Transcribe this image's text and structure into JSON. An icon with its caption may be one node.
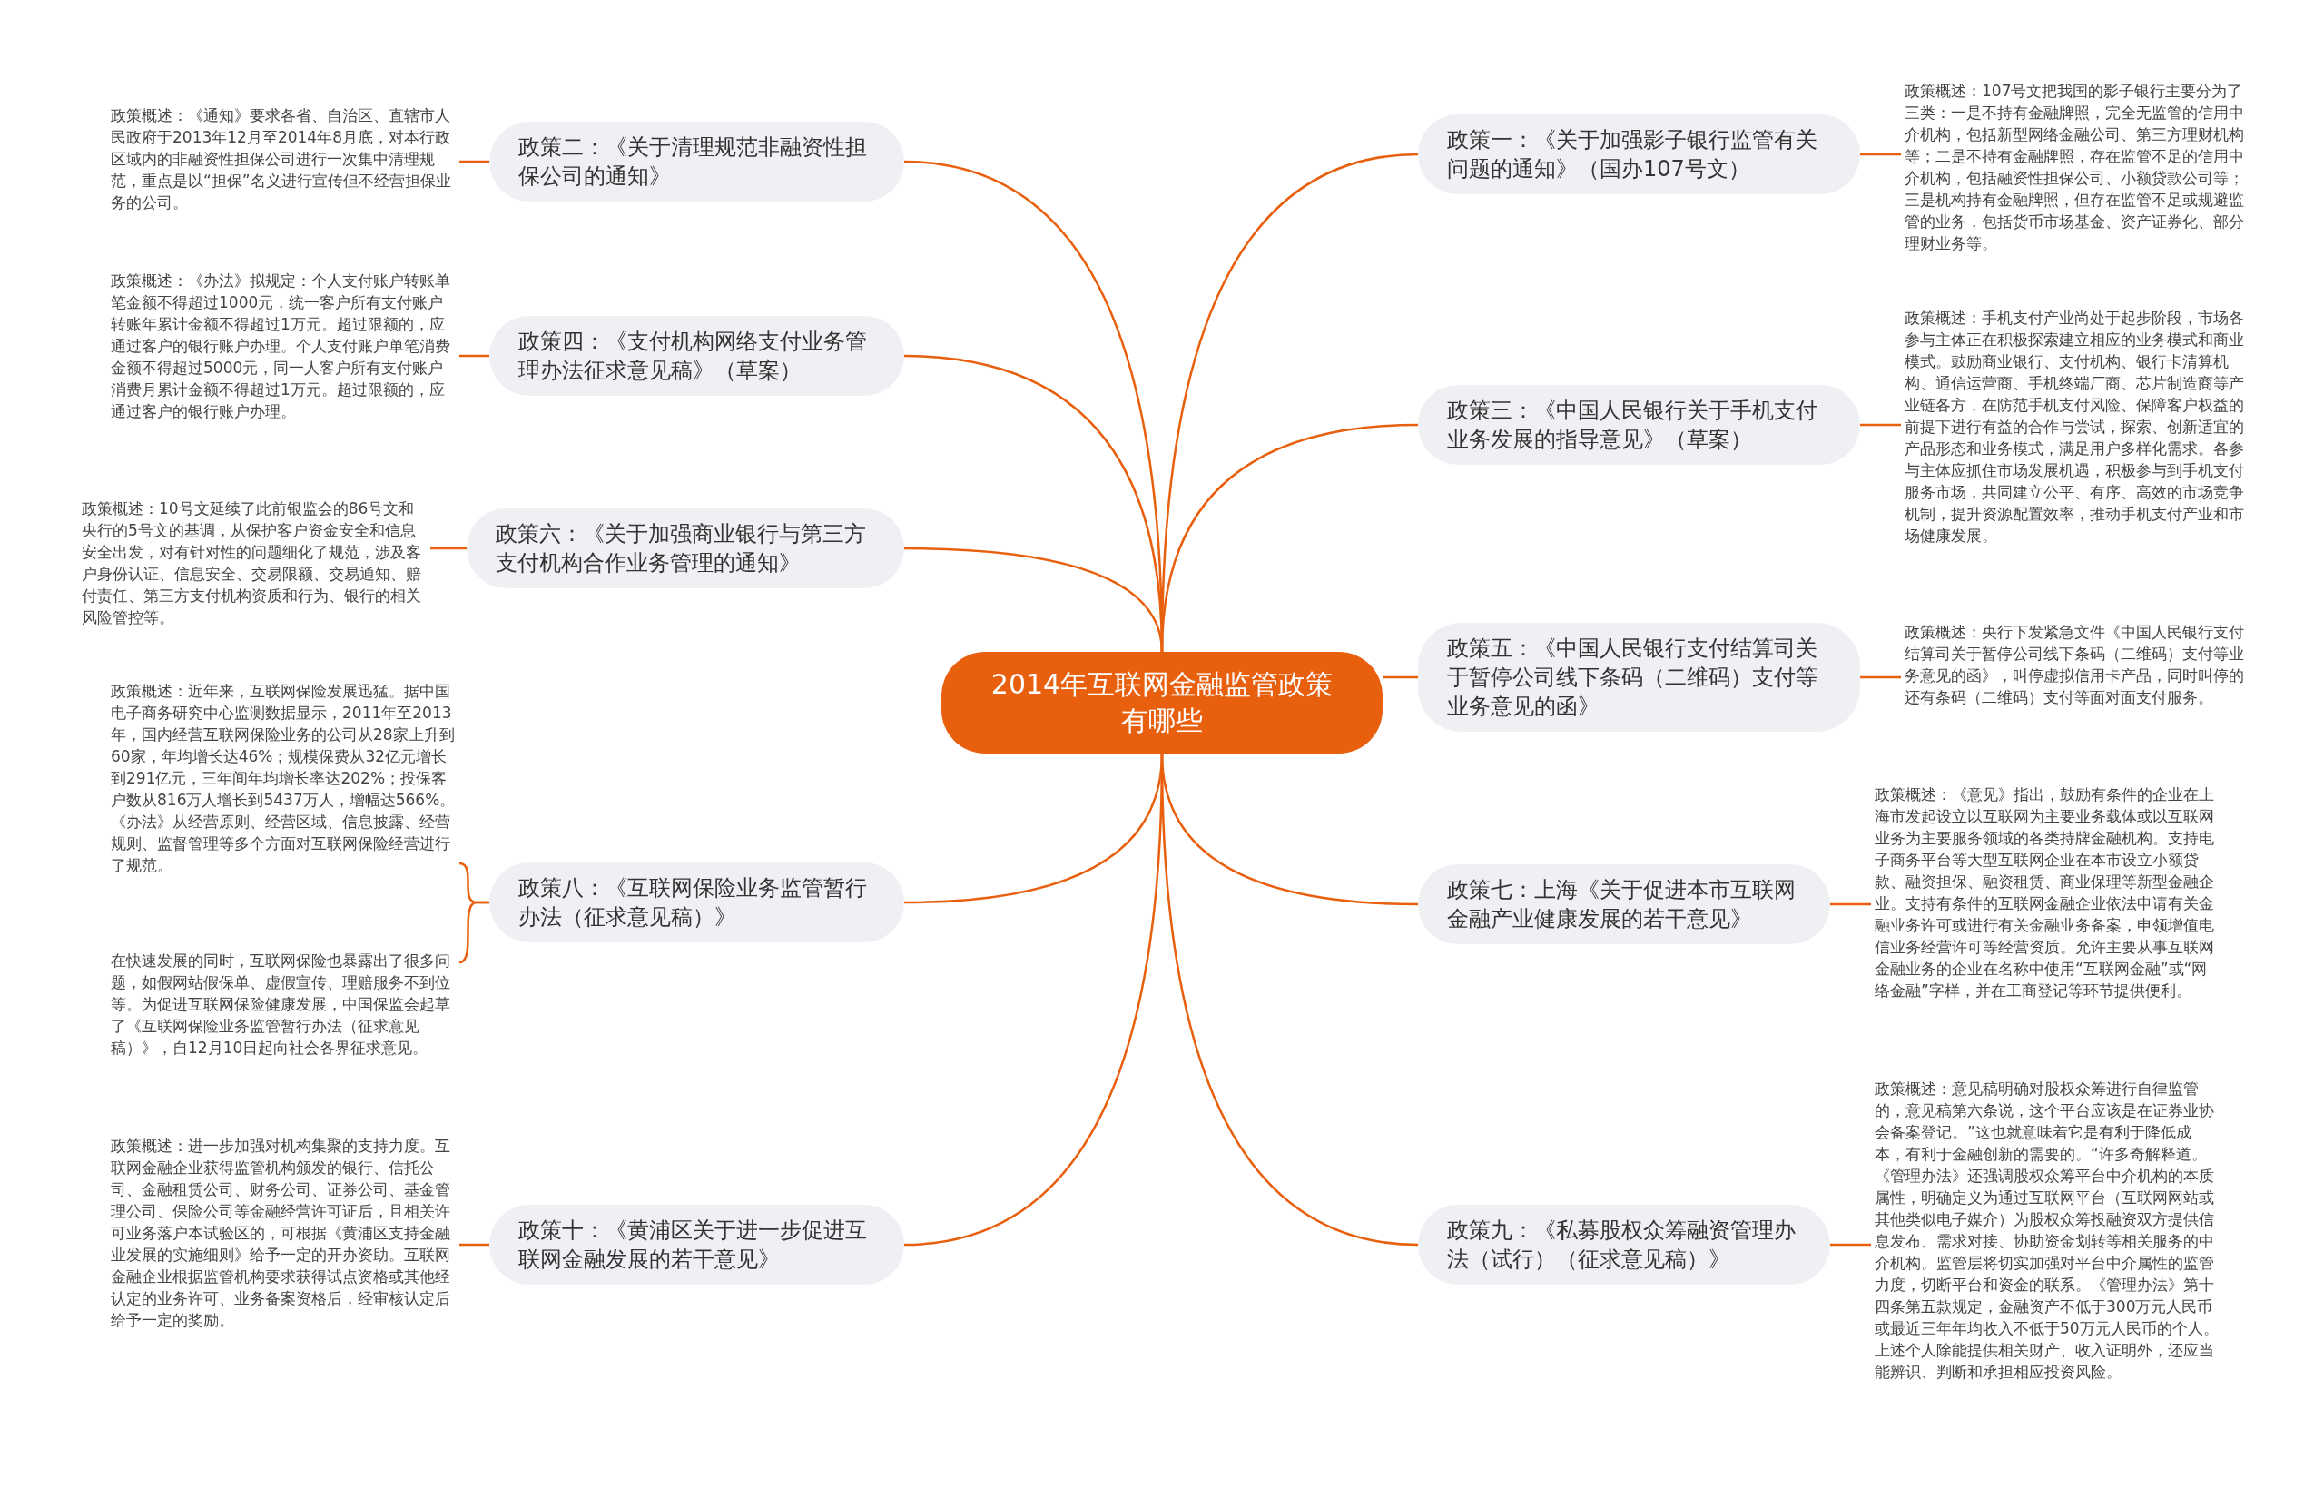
{
  "diagram": {
    "nodes": [
      {
        "text": [
          "2014年互联网金融监管政策有哪些"
        ]
      },
      {
        "text": [
          "政策一：《关于加强影子银行监管有关问题的通知》（国办107号文）"
        ]
      },
      {
        "text": [
          "政策概述：107号文把我国的影子银行主要分为了三类：一是不持有金融牌照，完全无监管的信用中介机构，包括新型网络金融公司、第三方理财机构等；二是不持有金融牌照，存在监管不足的信用中介机构，包括融资性担保公司、小额贷款公司等；三是机构持有金融牌照，但存在监管不足或规避监管的业务，包括货币市场基金、资产证券化、部分理财业务等。"
        ]
      },
      {
        "text": [
          "政策二：《关于清理规范非融资性担保公司的通知》"
        ]
      },
      {
        "text": [
          "政策概述：《通知》要求各省、自治区、直辖市人民政府于2013年12月至2014年8月底，对本行政区域内的非融资性担保公司进行一次集中清理规范，重点是以“担保”名义进行宣传但不经营担保业务的公司。"
        ]
      },
      {
        "text": [
          "政策三：《中国人民银行关于手机支付业务发展的指导意见》（草案）"
        ]
      },
      {
        "text": [
          "政策概述：手机支付产业尚处于起步阶段，市场各参与主体正在积极探索建立相应的业务模式和商业模式。鼓励商业银行、支付机构、银行卡清算机构、通信运营商、手机终端厂商、芯片制造商等产业链各方，在防范手机支付风险、保障客户权益的前提下进行有益的合作与尝试，探索、创新适宜的产品形态和业务模式，满足用户多样化需求。各参与主体应抓住市场发展机遇，积极参与到手机支付服务市场，共同建立公平、有序、高效的市场竞争机制，提升资源配置效率，推动手机支付产业和市场健康发展。"
        ]
      },
      {
        "text": [
          "政策四：《支付机构网络支付业务管理办法征求意见稿》（草案）"
        ]
      },
      {
        "text": [
          "政策概述：《办法》拟规定：个人支付账户转账单笔金额不得超过1000元，统一客户所有支付账户转账年累计金额不得超过1万元。超过限额的，应通过客户的银行账户办理。个人支付账户单笔消费金额不得超过5000元，同一人客户所有支付账户消费月累计金额不得超过1万元。超过限额的，应通过客户的银行账户办理。"
        ]
      },
      {
        "text": [
          "政策五：《中国人民银行支付结算司关于暂停公司线下条码（二维码）支付等业务意见的函》"
        ]
      },
      {
        "text": [
          "政策概述：央行下发紧急文件《中国人民银行支付结算司关于暂停公司线下条码（二维码）支付等业务意见的函》，叫停虚拟信用卡产品，同时叫停的还有条码（二维码）支付等面对面支付服务。"
        ]
      },
      {
        "text": [
          "政策六：《关于加强商业银行与第三方支付机构合作业务管理的通知》"
        ]
      },
      {
        "text": [
          "政策概述：10号文延续了此前银监会的86号文和央行的5号文的基调，从保护客户资金安全和信息安全出发，对有针对性的问题细化了规范，涉及客户身份认证、信息安全、交易限额、交易通知、赔付责任、第三方支付机构资质和行为、银行的相关风险管控等。"
        ]
      },
      {
        "text": [
          "政策七：上海《关于促进本市互联网金融产业健康发展的若干意见》"
        ]
      },
      {
        "text": [
          "政策概述：《意见》指出，鼓励有条件的企业在上海市发起设立以互联网为主要业务载体或以互联网业务为主要服务领域的各类持牌金融机构。支持电子商务平台等大型互联网企业在本市设立小额贷款、融资担保、融资租赁、商业保理等新型金融企业。支持有条件的互联网金融企业依法申请有关金融业务许可或进行有关金融业务备案，申领增值电信业务经营许可等经营资质。允许主要从事互联网金融业务的企业在名称中使用“互联网金融”或“网络金融”字样，并在工商登记等环节提供便利。"
        ]
      },
      {
        "text": [
          "政策八：《互联网保险业务监管暂行办法（征求意见稿）》"
        ]
      },
      {
        "text": [
          "政策概述：近年来，互联网保险发展迅猛。据中国电子商务研究中心监测数据显示，2011年至2013年，国内经营互联网保险业务的公司从28家上升到60家，年均增长达46%；规模保费从32亿元增长到291亿元，三年间年均增长率达202%；投保客户数从816万人增长到5437万人，增幅达566%。《办法》从经营原则、经营区域、信息披露、经营规则、监督管理等多个方面对互联网保险经营进行了规范。"
        ]
      },
      {
        "text": [
          "在快速发展的同时，互联网保险也暴露出了很多问题，如假网站假保单、虚假宣传、理赔服务不到位等。为促进互联网保险健康发展，中国保监会起草了《互联网保险业务监管暂行办法（征求意见稿）》，自12月10日起向社会各界征求意见。"
        ]
      },
      {
        "text": [
          "政策九：《私募股权众筹融资管理办法（试行）（征求意见稿）》"
        ]
      },
      {
        "text": [
          "政策概述：意见稿明确对股权众筹进行自律监管的，意见稿第六条说，这个平台应该是在证券业协会备案登记。”这也就意味着它是有利于降低成本，有利于金融创新的需要的。“许多奇解释道。《管理办法》还强调股权众筹平台中介机构的本质属性，明确定义为通过互联网平台（互联网网站或其他类似电子媒介）为股权众筹投融资双方提供信息发布、需求对接、协助资金划转等相关服务的中介机构。监管层将切实加强对平台中介属性的监管力度，切断平台和资金的联系。《管理办法》第十四条第五款规定，金融资产不低于300万元人民币或最近三年年均收入不低于50万元人民币的个人。上述个人除能提供相关财产、收入证明外，还应当能辨识、判断和承担相应投资风险。"
        ]
      },
      {
        "text": [
          "政策十：《黄浦区关于进一步促进互联网金融发展的若干意见》"
        ]
      },
      {
        "text": [
          "政策概述：进一步加强对机构集聚的支持力度。互联网金融企业获得监管机构颁发的银行、信托公司、金融租赁公司、财务公司、证券公司、基金管理公司、保险公司等金融经营许可证后，且相关许可业务落户本试验区的，可根据《黄浦区支持金融业发展的实施细则》给予一定的开办资助。互联网金融企业根据监管机构要求获得试点资格或其他经认定的业务许可、业务备案资格后，经审核认定后给予一定的奖励。"
        ]
      }
    ],
    "edges": [
      {
        "from": 0,
        "to": 1,
        "arrow": "none"
      },
      {
        "from": 1,
        "to": 2,
        "arrow": "none"
      },
      {
        "from": 0,
        "to": 3,
        "arrow": "none"
      },
      {
        "from": 3,
        "to": 4,
        "arrow": "none"
      },
      {
        "from": 0,
        "to": 5,
        "arrow": "none"
      },
      {
        "from": 5,
        "to": 6,
        "arrow": "none"
      },
      {
        "from": 0,
        "to": 7,
        "arrow": "none"
      },
      {
        "from": 7,
        "to": 8,
        "arrow": "none"
      },
      {
        "from": 0,
        "to": 9,
        "arrow": "none"
      },
      {
        "from": 9,
        "to": 10,
        "arrow": "none"
      },
      {
        "from": 0,
        "to": 11,
        "arrow": "none"
      },
      {
        "from": 11,
        "to": 12,
        "arrow": "none"
      },
      {
        "from": 0,
        "to": 13,
        "arrow": "none"
      },
      {
        "from": 13,
        "to": 14,
        "arrow": "none"
      },
      {
        "from": 0,
        "to": 15,
        "arrow": "none"
      },
      {
        "from": 15,
        "to": 16,
        "arrow": "none"
      },
      {
        "from": 15,
        "to": 17,
        "arrow": "none"
      },
      {
        "from": 0,
        "to": 18,
        "arrow": "none"
      },
      {
        "from": 18,
        "to": 19,
        "arrow": "none"
      },
      {
        "from": 0,
        "to": 20,
        "arrow": "none"
      },
      {
        "from": 20,
        "to": 21,
        "arrow": "none"
      }
    ]
  }
}
